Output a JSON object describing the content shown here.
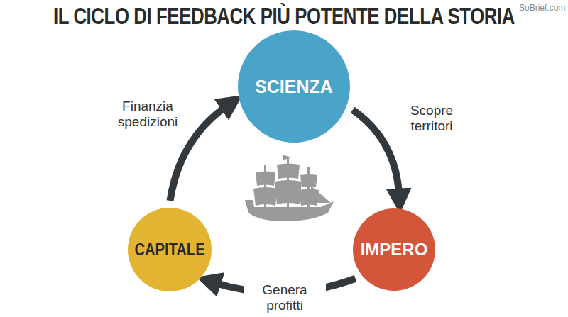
{
  "diagram": {
    "title": "IL CICLO DI FEEDBACK PIÙ POTENTE DELLA STORIA",
    "nodes": [
      {
        "text": [
          "SCIENZA"
        ]
      },
      {
        "text": [
          "IMPERO"
        ]
      },
      {
        "text": [
          "CAPITALE"
        ]
      }
    ],
    "edges": [
      {
        "from": 0,
        "to": 1,
        "label": "Scopre territori",
        "arrow": "to"
      },
      {
        "from": 1,
        "to": 2,
        "label": "Genera profitti",
        "arrow": "to"
      },
      {
        "from": 2,
        "to": 0,
        "label": "Finanzia spedizioni",
        "arrow": "to"
      }
    ],
    "labels": [
      "SoBrief.com"
    ]
  }
}
